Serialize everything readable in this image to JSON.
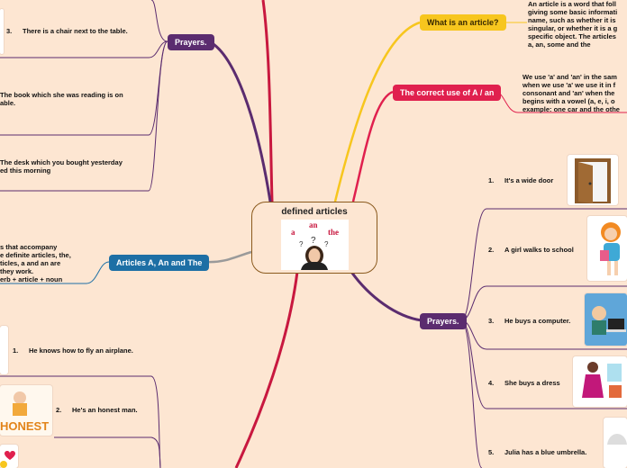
{
  "center": {
    "title": "defined articles",
    "image_words": [
      "a",
      "an",
      "the",
      "?"
    ]
  },
  "top_right": {
    "what_title": "What is an article?",
    "what_text": [
      "An article is a word that foll",
      "giving some basic informati",
      "name, such as whether it is",
      "singular, or whether it is a g",
      "specific object. The articles",
      "a, an, some and the"
    ],
    "correct_title": "The correct use of A / an",
    "correct_text": [
      "We use 'a' and 'an' in the sam",
      "when we use 'a' we use it in f",
      "consonant and 'an' when the",
      "begins with a vowel (a, e, i, o",
      "example: one car and the othe"
    ]
  },
  "right_prayers": {
    "label": "Prayers.",
    "items": [
      {
        "num": "1.",
        "text": "It's a wide door"
      },
      {
        "num": "2.",
        "text": "A girl walks to school"
      },
      {
        "num": "3.",
        "text": "He buys a computer."
      },
      {
        "num": "4.",
        "text": "She buys a dress"
      },
      {
        "num": "5.",
        "text": "Julia has a blue umbrella."
      }
    ]
  },
  "left_prayers": {
    "label": "Prayers.",
    "item3": {
      "num": "3.",
      "text": "There is a chair next to the table."
    },
    "text_book": [
      "The book which she was reading is on",
      "able."
    ],
    "text_desk": [
      "The desk which you bought yesterday",
      "ed this morning"
    ]
  },
  "articles": {
    "label": "Articles A, An and The",
    "text": [
      "s that accompany",
      "e definite articles, the,",
      "ticles, a  and an are",
      "they work.",
      "erb + article + noun"
    ]
  },
  "bottom_left": {
    "items": [
      {
        "num": "1.",
        "text": "He knows how to fly an airplane."
      },
      {
        "num": "2.",
        "text": "He's an honest man."
      }
    ],
    "honest_word": "HONEST"
  },
  "colors": {
    "background": "#fde6d2",
    "purple": "#5b2c6f",
    "yellow": "#f7c61e",
    "pink": "#e0204e",
    "blue": "#1d6fa5",
    "grey": "#9a9a9a"
  }
}
